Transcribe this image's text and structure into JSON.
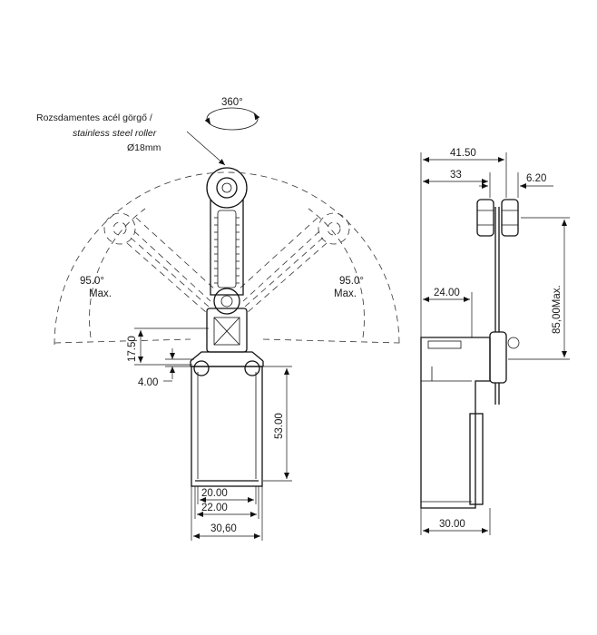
{
  "note": {
    "line1": "Rozsdamentes acél görgő /",
    "line2": "stainless steel roller",
    "line3": "Ø18mm"
  },
  "rotation_label": "360°",
  "angles": {
    "left_value": "95.0°",
    "left_max": "Max.",
    "right_value": "95.0°",
    "right_max": "Max."
  },
  "front_dims": {
    "d_17_50": "17.50",
    "d_4_00": "4.00",
    "d_53_00": "53.00",
    "d_20_00": "20.00",
    "d_22_00": "22.00",
    "d_30_60": "30,60"
  },
  "side_dims": {
    "d_41_50": "41.50",
    "d_33": "33",
    "d_6_20": "6.20",
    "d_24_00": "24.00",
    "d_85_00": "85,00Max.",
    "d_30_00": "30.00"
  }
}
